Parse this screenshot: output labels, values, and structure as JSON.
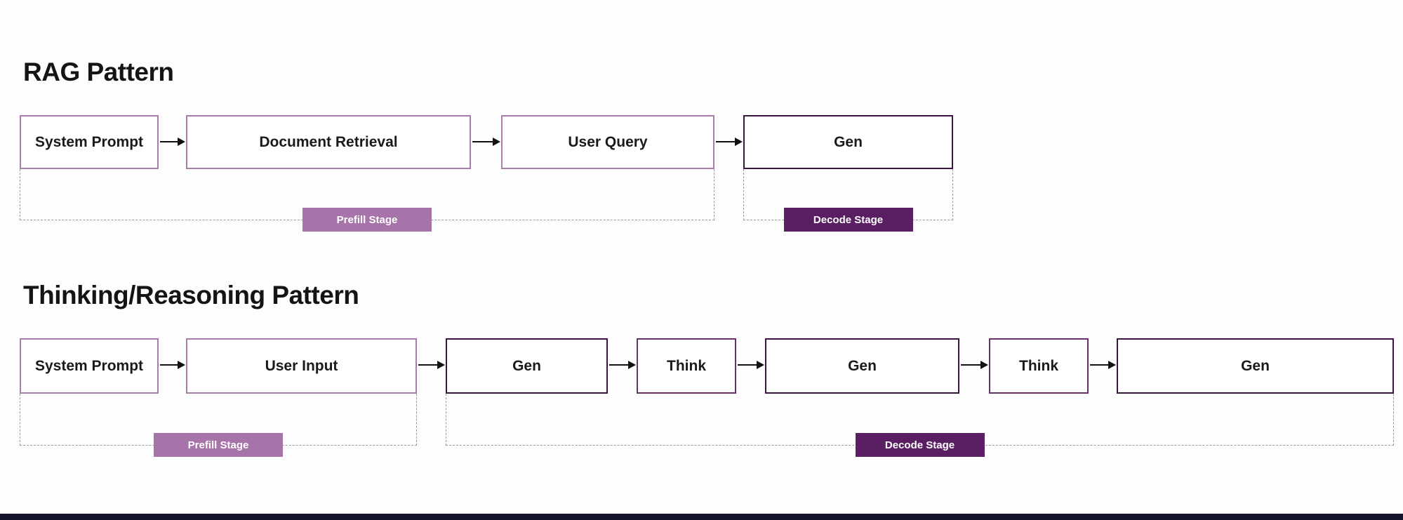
{
  "page": {
    "background": "#fdfdfd",
    "footer_bar_color": "#13132b"
  },
  "colors": {
    "node_border_light": "#ab7bab",
    "node_border_dark": "#3a1440",
    "node_border_think": "#66316b",
    "prefill_badge_bg": "#a674a8",
    "decode_badge_bg": "#5a1f63",
    "arrow": "#111111",
    "bracket_dash": "#9a9a9a"
  },
  "sections": [
    {
      "title": "RAG Pattern",
      "nodes": [
        {
          "label": "System Prompt",
          "style": "light"
        },
        {
          "label": "Document Retrieval",
          "style": "light"
        },
        {
          "label": "User Query",
          "style": "light"
        },
        {
          "label": "Gen",
          "style": "dark"
        }
      ],
      "stages": [
        {
          "label": "Prefill Stage",
          "type": "prefill"
        },
        {
          "label": "Decode Stage",
          "type": "decode"
        }
      ]
    },
    {
      "title": "Thinking/Reasoning Pattern",
      "nodes": [
        {
          "label": "System Prompt",
          "style": "light"
        },
        {
          "label": "User Input",
          "style": "light"
        },
        {
          "label": "Gen",
          "style": "dark"
        },
        {
          "label": "Think",
          "style": "think"
        },
        {
          "label": "Gen",
          "style": "dark"
        },
        {
          "label": "Think",
          "style": "think"
        },
        {
          "label": "Gen",
          "style": "dark"
        }
      ],
      "stages": [
        {
          "label": "Prefill Stage",
          "type": "prefill"
        },
        {
          "label": "Decode Stage",
          "type": "decode"
        }
      ]
    }
  ]
}
